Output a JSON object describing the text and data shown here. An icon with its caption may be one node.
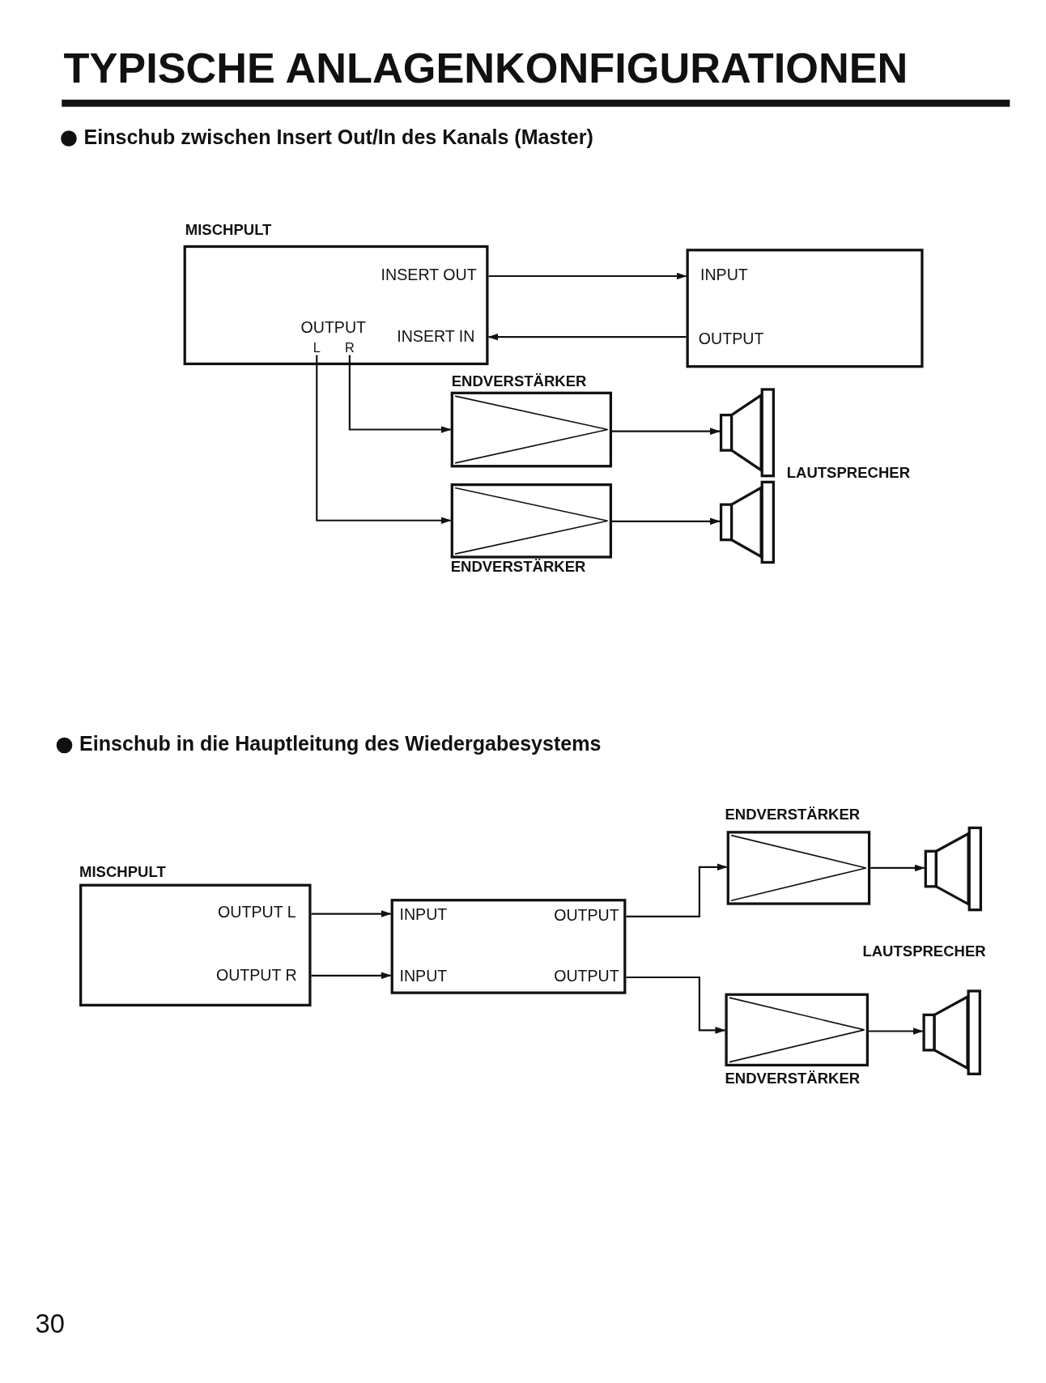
{
  "diagram": {
    "title": "TYPISCHE ANLAGENKONFIGURATIONEN",
    "nodes": [
      {
        "text": [
          "MISCHPULT",
          "INSERT OUT",
          "OUTPUT",
          "INSERT IN"
        ]
      },
      {
        "text": [
          "L"
        ],
        "in": 0
      },
      {
        "text": [
          "R"
        ],
        "in": 0
      },
      {
        "text": [
          "INPUT",
          "OUTPUT"
        ]
      },
      {
        "text": [
          "ENDVERSTÄRKER"
        ]
      },
      {
        "text": [
          "ENDVERSTÄRKER"
        ]
      },
      {
        "text": [],
        "shape": "speaker"
      },
      {
        "text": [],
        "shape": "speaker"
      },
      {
        "text": [
          "MISCHPULT",
          "OUTPUT L",
          "OUTPUT R"
        ]
      },
      {
        "text": [
          "INPUT",
          "OUTPUT",
          "INPUT",
          "OUTPUT"
        ]
      },
      {
        "text": [
          "ENDVERSTÄRKER"
        ]
      },
      {
        "text": [
          "ENDVERSTÄRKER"
        ]
      },
      {
        "text": [],
        "shape": "speaker"
      },
      {
        "text": [],
        "shape": "speaker"
      }
    ],
    "edges": [
      {
        "from": 0,
        "to": 3,
        "arrow": "to"
      },
      {
        "from": 3,
        "to": 0,
        "arrow": "to"
      },
      {
        "from": 2,
        "to": 4,
        "arrow": "to"
      },
      {
        "from": 1,
        "to": 5,
        "arrow": "to"
      },
      {
        "from": 4,
        "to": 6,
        "arrow": "to"
      },
      {
        "from": 5,
        "to": 7,
        "arrow": "to"
      },
      {
        "from": 8,
        "to": 9,
        "arrow": "to"
      },
      {
        "from": 8,
        "to": 9,
        "arrow": "to"
      },
      {
        "from": 9,
        "to": 10,
        "arrow": "to"
      },
      {
        "from": 9,
        "to": 11,
        "arrow": "to"
      },
      {
        "from": 10,
        "to": 12,
        "arrow": "to"
      },
      {
        "from": 11,
        "to": 13,
        "arrow": "to"
      }
    ],
    "labels": [
      "Einschub zwischen Insert Out/In des Kanals (Master)",
      "LAUTSPRECHER",
      "Einschub in die Hauptleitung des Wiedergabesystems",
      "LAUTSPRECHER",
      "30"
    ]
  }
}
